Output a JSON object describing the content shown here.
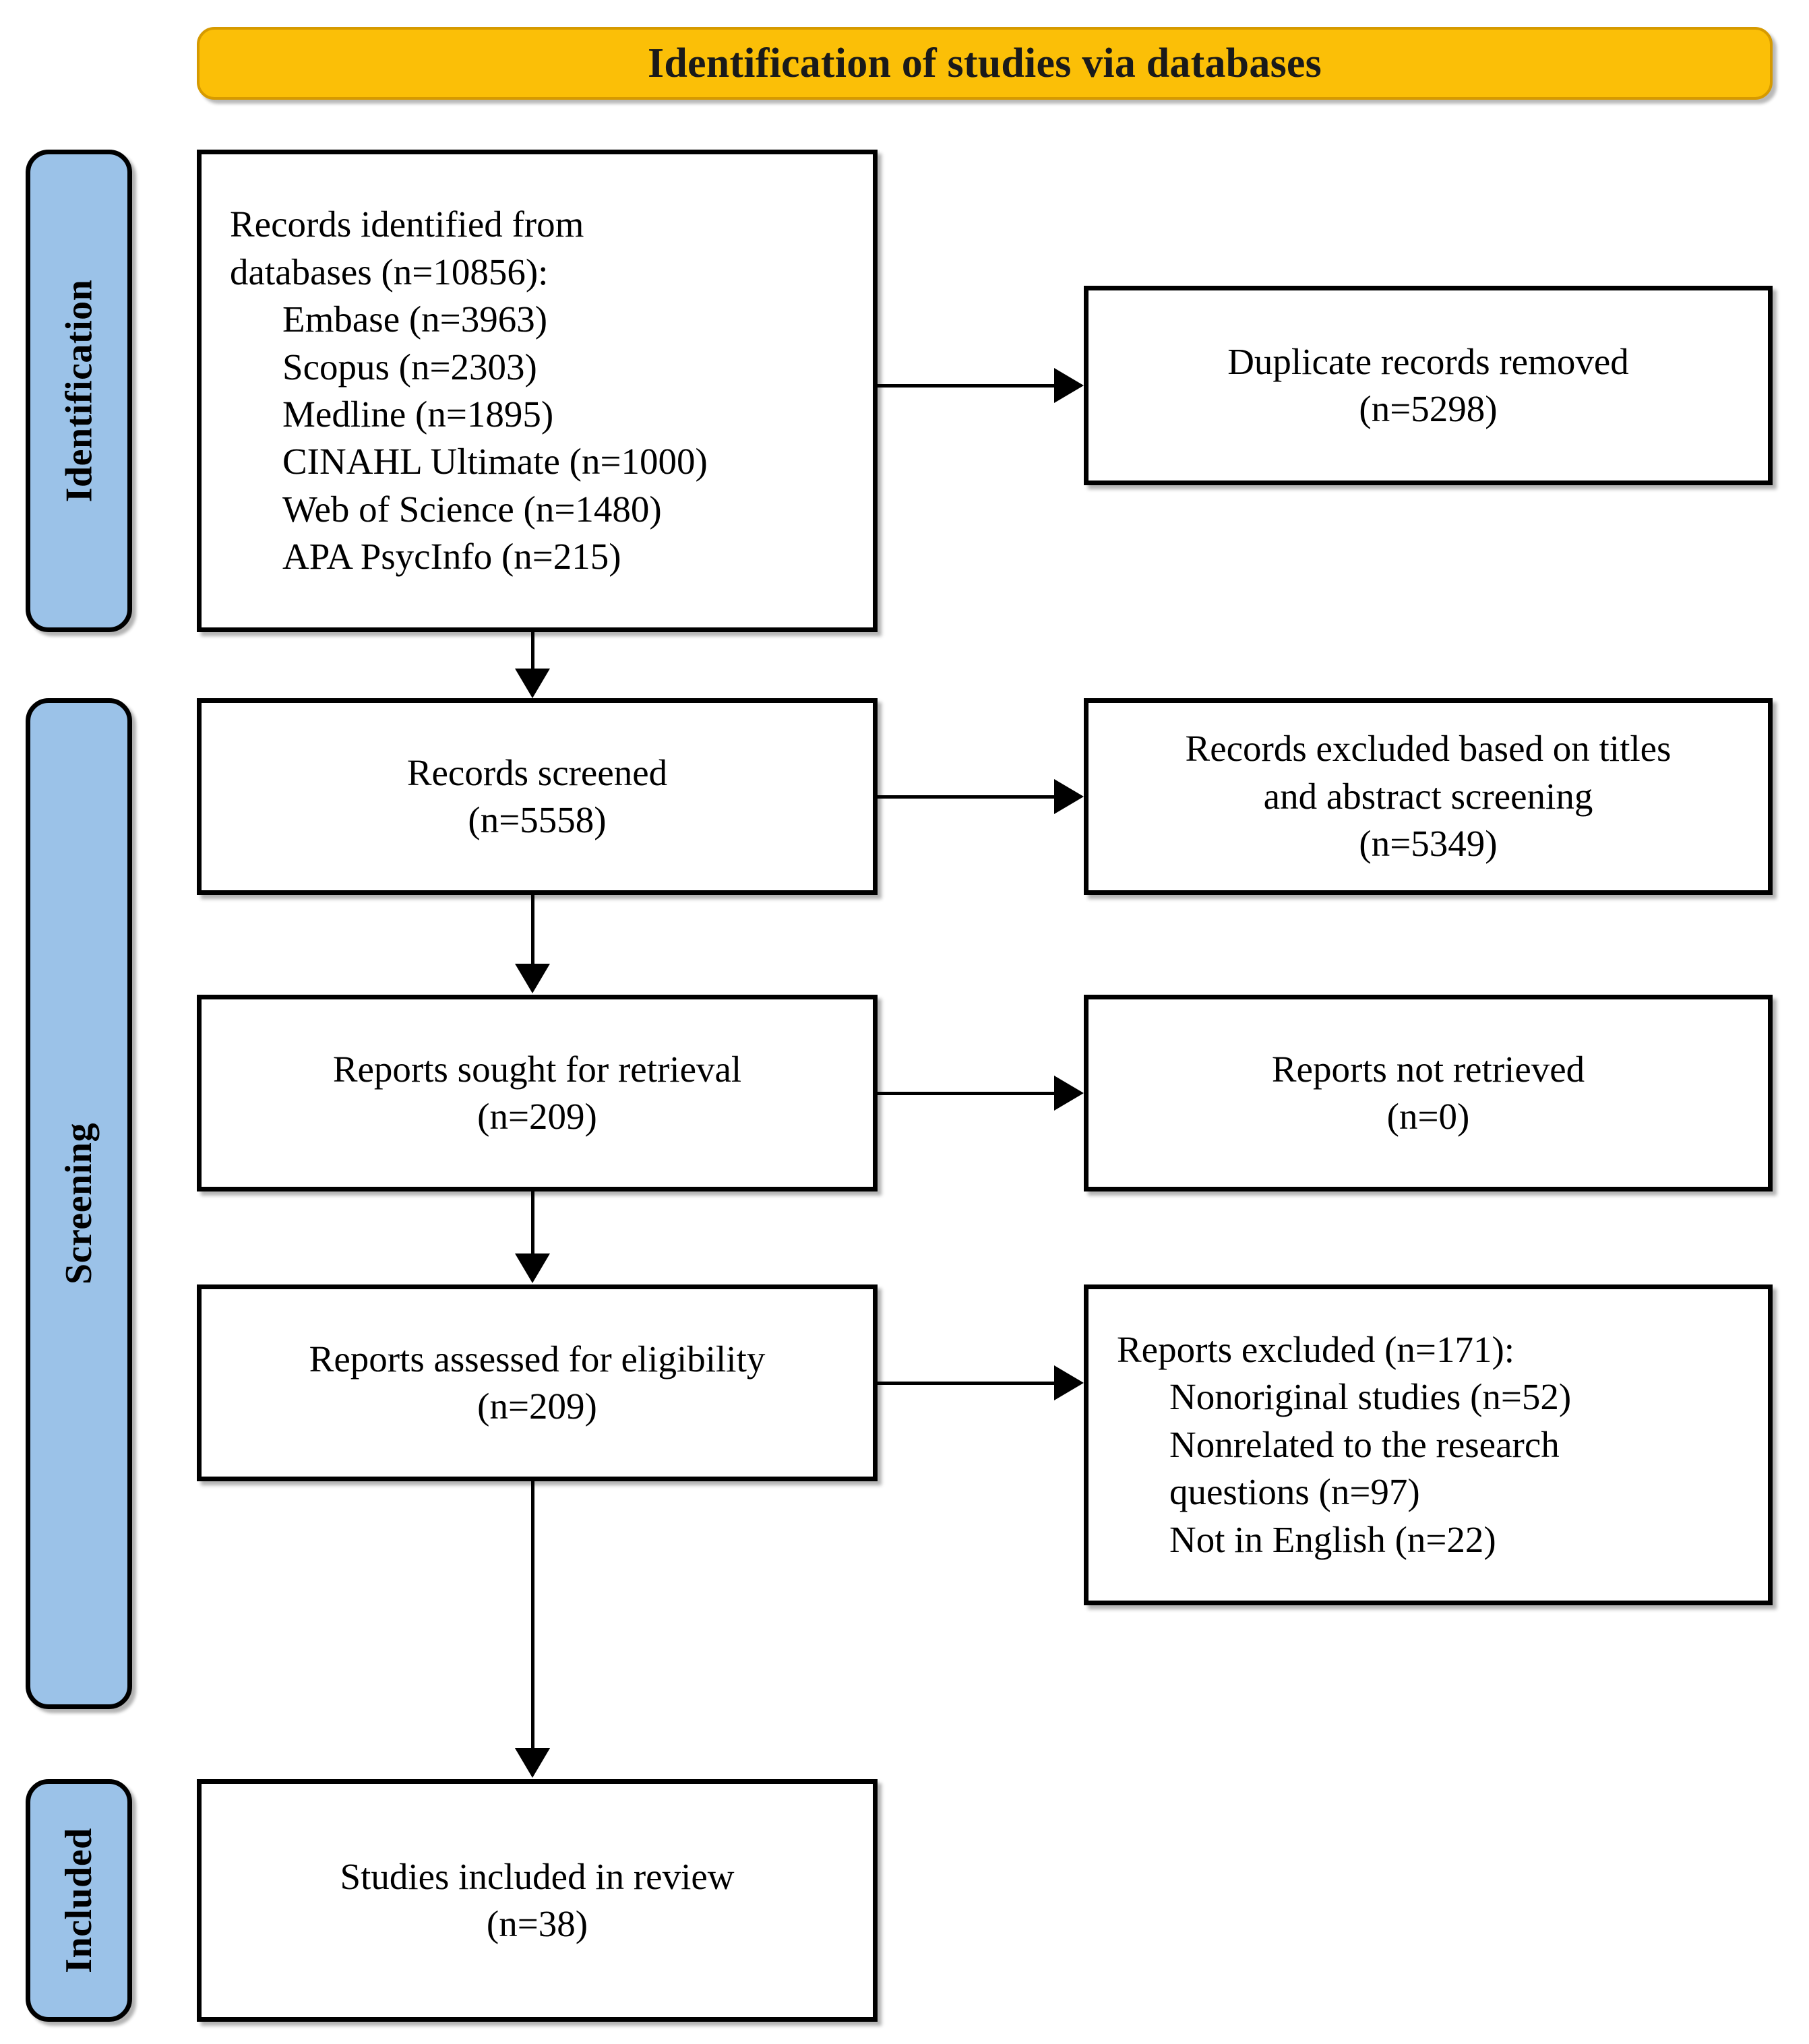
{
  "banner": {
    "title": "Identification of studies via databases"
  },
  "stages": [
    {
      "id": "identification",
      "label": "Identification"
    },
    {
      "id": "screening",
      "label": "Screening"
    },
    {
      "id": "included",
      "label": "Included"
    }
  ],
  "boxes": {
    "identified": {
      "lines": [
        "Records identified from",
        "databases (n=10856):",
        "Embase (n=3963)",
        "Scopus (n=2303)",
        "Medline (n=1895)",
        "CINAHL Ultimate (n=1000)",
        "Web of Science (n=1480)",
        "APA PsycInfo (n=215)"
      ]
    },
    "duplicates": {
      "line1": "Duplicate records removed",
      "line2": "(n=5298)"
    },
    "screened": {
      "line1": "Records screened",
      "line2": "(n=5558)"
    },
    "excluded_titles_abstracts": {
      "line1": "Records excluded based on titles",
      "line2": "and abstract screening",
      "line3": "(n=5349)"
    },
    "sought": {
      "line1": "Reports sought for retrieval",
      "line2": "(n=209)"
    },
    "not_retrieved": {
      "line1": "Reports not retrieved",
      "line2": "(n=0)"
    },
    "assessed": {
      "line1": "Reports assessed for eligibility",
      "line2": "(n=209)"
    },
    "excluded_reports": {
      "lines": [
        "Reports excluded (n=171):",
        "Nonoriginal studies (n=52)",
        "Nonrelated to the research",
        "questions (n=97)",
        "Not in English (n=22)"
      ]
    },
    "included": {
      "line1": "Studies included in review",
      "line2": "(n=38)"
    }
  },
  "colors": {
    "banner_fill": "#FBBF07",
    "banner_border": "#D69A00",
    "stage_fill": "#9BC2E8",
    "stroke": "#000000",
    "box_fill": "#FFFFFF"
  },
  "chart_data": {
    "type": "diagram",
    "title": "Identification of studies via databases",
    "nodes": [
      {
        "id": "identified",
        "stage": "Identification",
        "column": "left",
        "label": "Records identified from databases",
        "n": 10856,
        "breakdown": [
          {
            "source": "Embase",
            "n": 3963
          },
          {
            "source": "Scopus",
            "n": 2303
          },
          {
            "source": "Medline",
            "n": 1895
          },
          {
            "source": "CINAHL Ultimate",
            "n": 1000
          },
          {
            "source": "Web of Science",
            "n": 1480
          },
          {
            "source": "APA PsycInfo",
            "n": 215
          }
        ]
      },
      {
        "id": "duplicates",
        "stage": "Identification",
        "column": "right",
        "label": "Duplicate records removed",
        "n": 5298
      },
      {
        "id": "screened",
        "stage": "Screening",
        "column": "left",
        "label": "Records screened",
        "n": 5558
      },
      {
        "id": "excluded_ta",
        "stage": "Screening",
        "column": "right",
        "label": "Records excluded based on titles and abstract screening",
        "n": 5349
      },
      {
        "id": "sought",
        "stage": "Screening",
        "column": "left",
        "label": "Reports sought for retrieval",
        "n": 209
      },
      {
        "id": "not_retrieved",
        "stage": "Screening",
        "column": "right",
        "label": "Reports not retrieved",
        "n": 0
      },
      {
        "id": "assessed",
        "stage": "Screening",
        "column": "left",
        "label": "Reports assessed for eligibility",
        "n": 209
      },
      {
        "id": "excluded_rep",
        "stage": "Screening",
        "column": "right",
        "label": "Reports excluded",
        "n": 171,
        "breakdown": [
          {
            "reason": "Nonoriginal studies",
            "n": 52
          },
          {
            "reason": "Nonrelated to the research questions",
            "n": 97
          },
          {
            "reason": "Not in English",
            "n": 22
          }
        ]
      },
      {
        "id": "included",
        "stage": "Included",
        "column": "left",
        "label": "Studies included in review",
        "n": 38
      }
    ],
    "edges": [
      {
        "from": "identified",
        "to": "duplicates",
        "direction": "right"
      },
      {
        "from": "identified",
        "to": "screened",
        "direction": "down"
      },
      {
        "from": "screened",
        "to": "excluded_ta",
        "direction": "right"
      },
      {
        "from": "screened",
        "to": "sought",
        "direction": "down"
      },
      {
        "from": "sought",
        "to": "not_retrieved",
        "direction": "right"
      },
      {
        "from": "sought",
        "to": "assessed",
        "direction": "down"
      },
      {
        "from": "assessed",
        "to": "excluded_rep",
        "direction": "right"
      },
      {
        "from": "assessed",
        "to": "included",
        "direction": "down"
      }
    ]
  }
}
